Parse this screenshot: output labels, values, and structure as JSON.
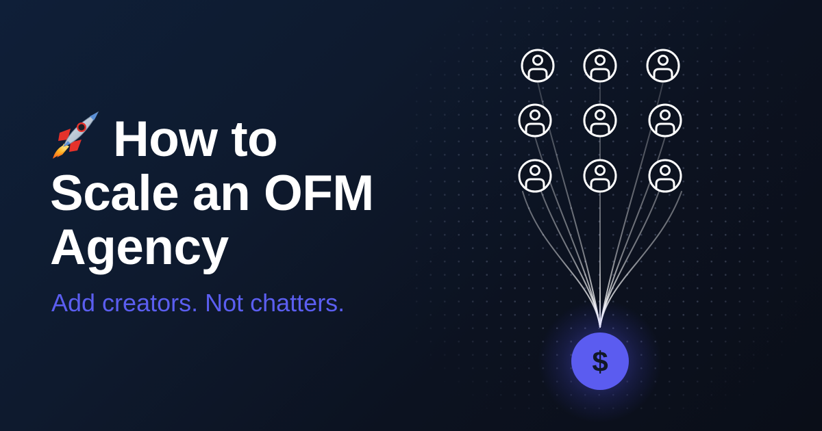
{
  "headline": {
    "emoji_icon": "rocket-icon",
    "lines": [
      "How to",
      "Scale an OFM",
      "Agency"
    ]
  },
  "subtitle": "Add creators. Not chatters.",
  "diagram": {
    "creator_icon": "user-circle-icon",
    "creator_count": 9,
    "hub_icon": "dollar-coin-icon",
    "hub_symbol": "$"
  },
  "colors": {
    "background_start": "#0f1f38",
    "background_end": "#0a0e18",
    "headline": "#ffffff",
    "accent": "#5b5ef0",
    "coin": "#5b5cf0",
    "coin_symbol": "#111827"
  }
}
